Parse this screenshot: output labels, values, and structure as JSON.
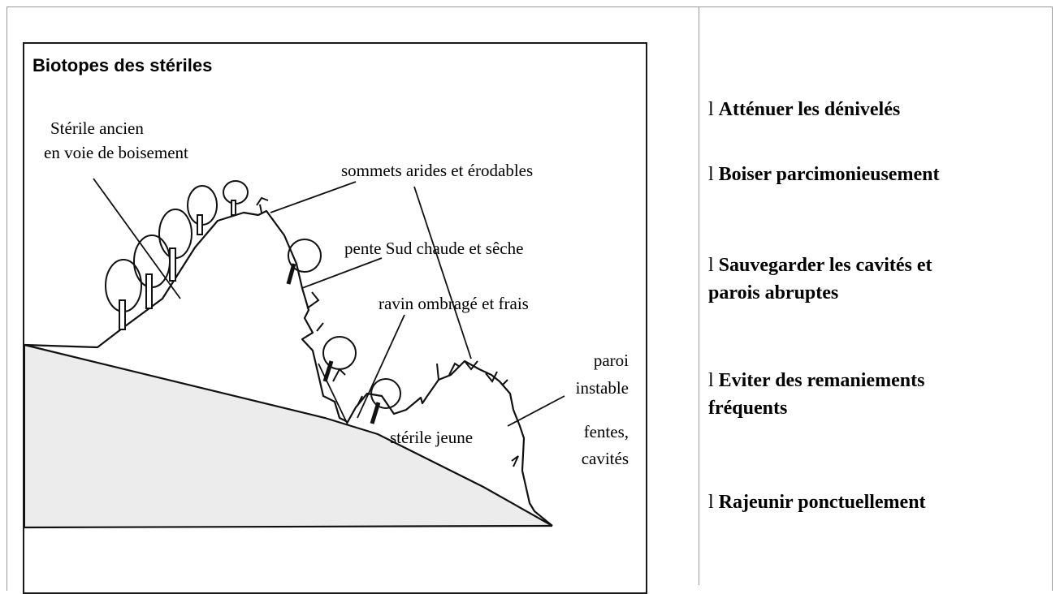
{
  "diagram": {
    "title": "Biotopes des stériles",
    "labels": {
      "old_heap": [
        "Stérile ancien",
        "en voie de boisement"
      ],
      "summits": "sommets arides et érodables",
      "south_slope": "pente Sud chaude et sêche",
      "ravine": "ravin ombragé et frais",
      "unstable_wall": [
        "paroi",
        "instable"
      ],
      "young_heap": "stérile jeune",
      "cracks": [
        "fentes,",
        "cavités"
      ]
    }
  },
  "actions": {
    "bullet": "l",
    "items": [
      [
        "Atténuer les dénivelés"
      ],
      [
        "Boiser parcimonieusement"
      ],
      [
        "Sauvegarder les cavités et",
        "parois abruptes"
      ],
      [
        "Eviter des remaniements",
        "fréquents"
      ],
      [
        "Rajeunir ponctuellement"
      ]
    ]
  },
  "colors": {
    "ground_fill": "#ececec",
    "line": "#111111",
    "frame": "#9a9a9a"
  }
}
